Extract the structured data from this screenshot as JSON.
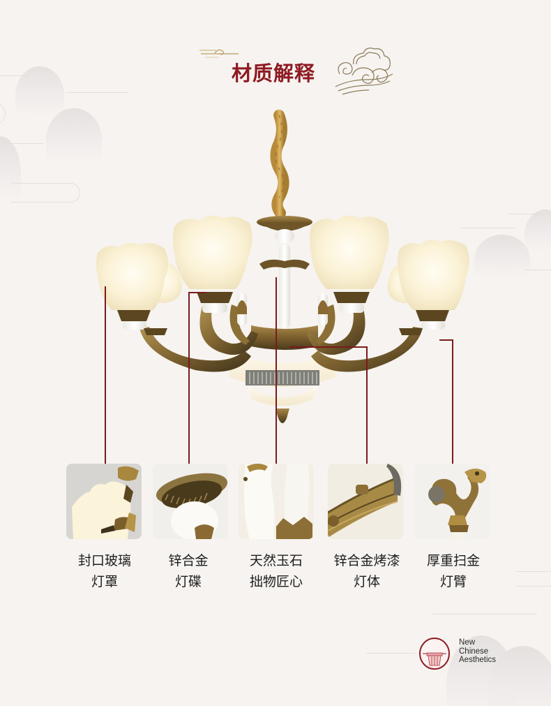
{
  "header": {
    "title": "材质解释",
    "title_color": "#8e1b22",
    "decoration": "auspicious-cloud-icon"
  },
  "colors": {
    "background": "#f6f3f0",
    "leader_line": "#7a1a1e",
    "bronze": "#8a6a32",
    "glass": "#fbf3d9"
  },
  "features": [
    {
      "line1": "封口玻璃",
      "line2": "灯罩",
      "thumb": "frosted-glass-shade"
    },
    {
      "line1": "锌合金",
      "line2": "灯碟",
      "thumb": "zinc-alloy-disc"
    },
    {
      "line1": "天然玉石",
      "line2": "拙物匠心",
      "thumb": "natural-jade"
    },
    {
      "line1": "锌合金烤漆",
      "line2": "灯体",
      "thumb": "painted-zinc-alloy-body"
    },
    {
      "line1": "厚重扫金",
      "line2": "灯臂",
      "thumb": "brushed-gold-arm"
    }
  ],
  "brand": {
    "line1": "New",
    "line2": "Chinese",
    "line3": "Aesthetics",
    "icon": "pavilion-emblem-icon"
  }
}
